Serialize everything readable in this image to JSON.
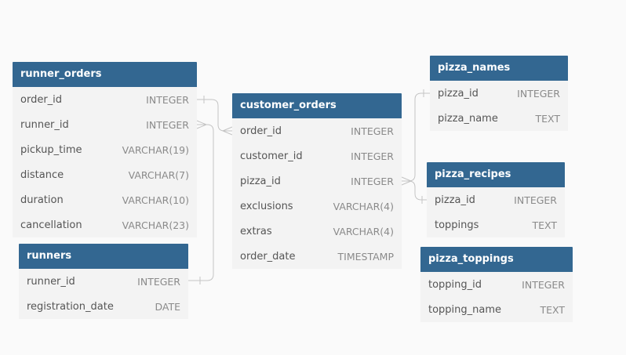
{
  "tables": {
    "runner_orders": {
      "title": "runner_orders",
      "columns": [
        {
          "name": "order_id",
          "type": "INTEGER"
        },
        {
          "name": "runner_id",
          "type": "INTEGER"
        },
        {
          "name": "pickup_time",
          "type": "VARCHAR(19)"
        },
        {
          "name": "distance",
          "type": "VARCHAR(7)"
        },
        {
          "name": "duration",
          "type": "VARCHAR(10)"
        },
        {
          "name": "cancellation",
          "type": "VARCHAR(23)"
        }
      ]
    },
    "runners": {
      "title": "runners",
      "columns": [
        {
          "name": "runner_id",
          "type": "INTEGER"
        },
        {
          "name": "registration_date",
          "type": "DATE"
        }
      ]
    },
    "customer_orders": {
      "title": "customer_orders",
      "columns": [
        {
          "name": "order_id",
          "type": "INTEGER"
        },
        {
          "name": "customer_id",
          "type": "INTEGER"
        },
        {
          "name": "pizza_id",
          "type": "INTEGER"
        },
        {
          "name": "exclusions",
          "type": "VARCHAR(4)"
        },
        {
          "name": "extras",
          "type": "VARCHAR(4)"
        },
        {
          "name": "order_date",
          "type": "TIMESTAMP"
        }
      ]
    },
    "pizza_names": {
      "title": "pizza_names",
      "columns": [
        {
          "name": "pizza_id",
          "type": "INTEGER"
        },
        {
          "name": "pizza_name",
          "type": "TEXT"
        }
      ]
    },
    "pizza_recipes": {
      "title": "pizza_recipes",
      "columns": [
        {
          "name": "pizza_id",
          "type": "INTEGER"
        },
        {
          "name": "toppings",
          "type": "TEXT"
        }
      ]
    },
    "pizza_toppings": {
      "title": "pizza_toppings",
      "columns": [
        {
          "name": "topping_id",
          "type": "INTEGER"
        },
        {
          "name": "topping_name",
          "type": "TEXT"
        }
      ]
    }
  },
  "colors": {
    "header": "#336791",
    "body": "#f3f3f3",
    "connector": "#c4c4c4"
  }
}
